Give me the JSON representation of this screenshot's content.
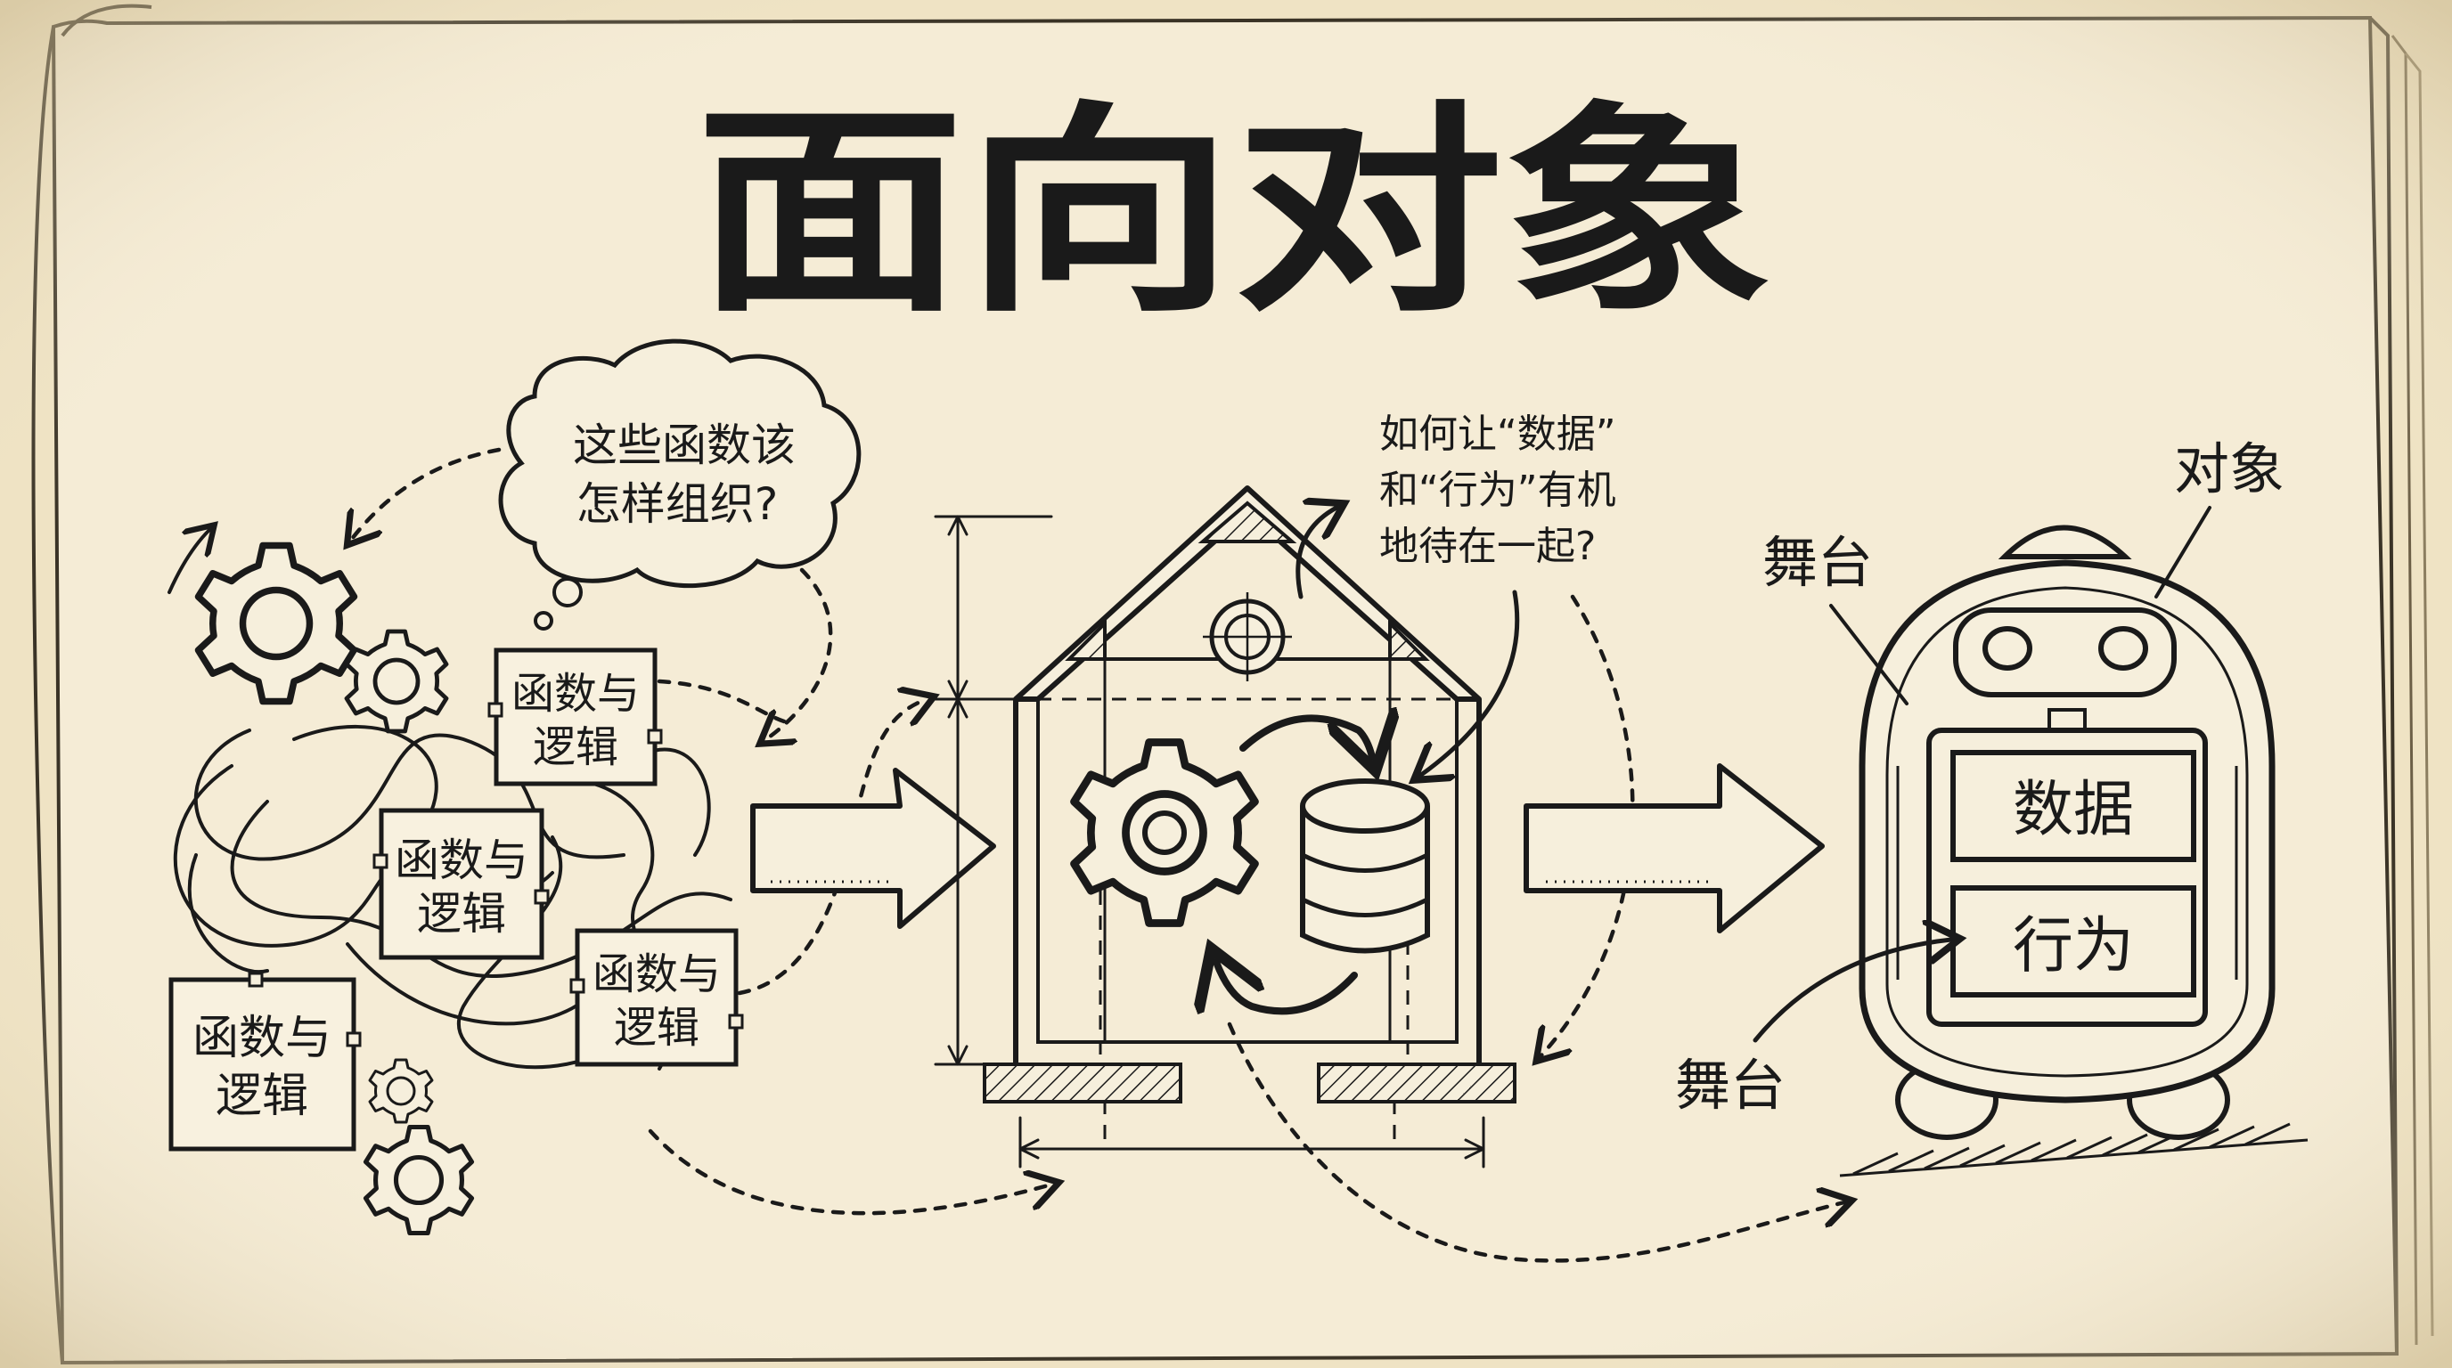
{
  "title": "面向对象",
  "thought_bubble": [
    "这些函数该",
    "怎样组织?"
  ],
  "function_logic_boxes": [
    {
      "line1": "函数与",
      "line2": "逻辑"
    },
    {
      "line1": "函数与",
      "line2": "逻辑"
    },
    {
      "line1": "函数与",
      "line2": "逻辑"
    },
    {
      "line1": "函数与",
      "line2": "逻辑"
    }
  ],
  "question_note": [
    "如何让“数据”",
    "和“行为”有机",
    "地待在一起?"
  ],
  "robot": {
    "label_top": "对象",
    "label_stage_upper": "舞台",
    "label_stage_lower": "舞台",
    "panel_data": "数据",
    "panel_behavior": "行为"
  },
  "colors": {
    "paper": "#f3ead3",
    "ink": "#1a1a1a",
    "page_edge": "#d9cba8"
  },
  "icons": [
    "gear-icon",
    "database-icon",
    "house-icon",
    "robot-icon",
    "arrow-icon"
  ]
}
